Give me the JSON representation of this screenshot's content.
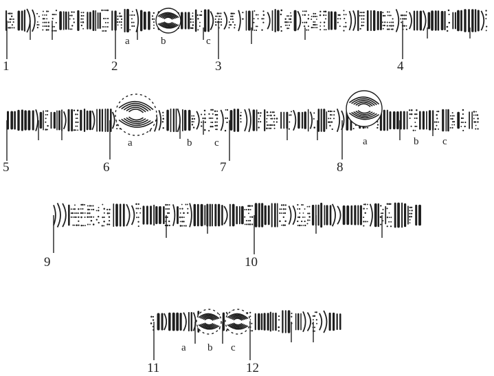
{
  "labels": {
    "n1": "1",
    "n2": "2",
    "n3": "3",
    "n4": "4",
    "n5": "5",
    "n6": "6",
    "n7": "7",
    "n8": "8",
    "n9": "9",
    "n10": "10",
    "n11": "11",
    "n12": "12",
    "r1_a": "a",
    "r1_b": "b",
    "r1_c": "c",
    "r2_a": "a",
    "r2_b": "b",
    "r2_c": "c",
    "r2b_a": "a",
    "r2b_b": "b",
    "r2b_c": "c",
    "r4_a": "a",
    "r4_b": "b",
    "r4_c": "c"
  },
  "colors": {
    "ink": "#1e1e1e",
    "paper": "#ffffff"
  }
}
